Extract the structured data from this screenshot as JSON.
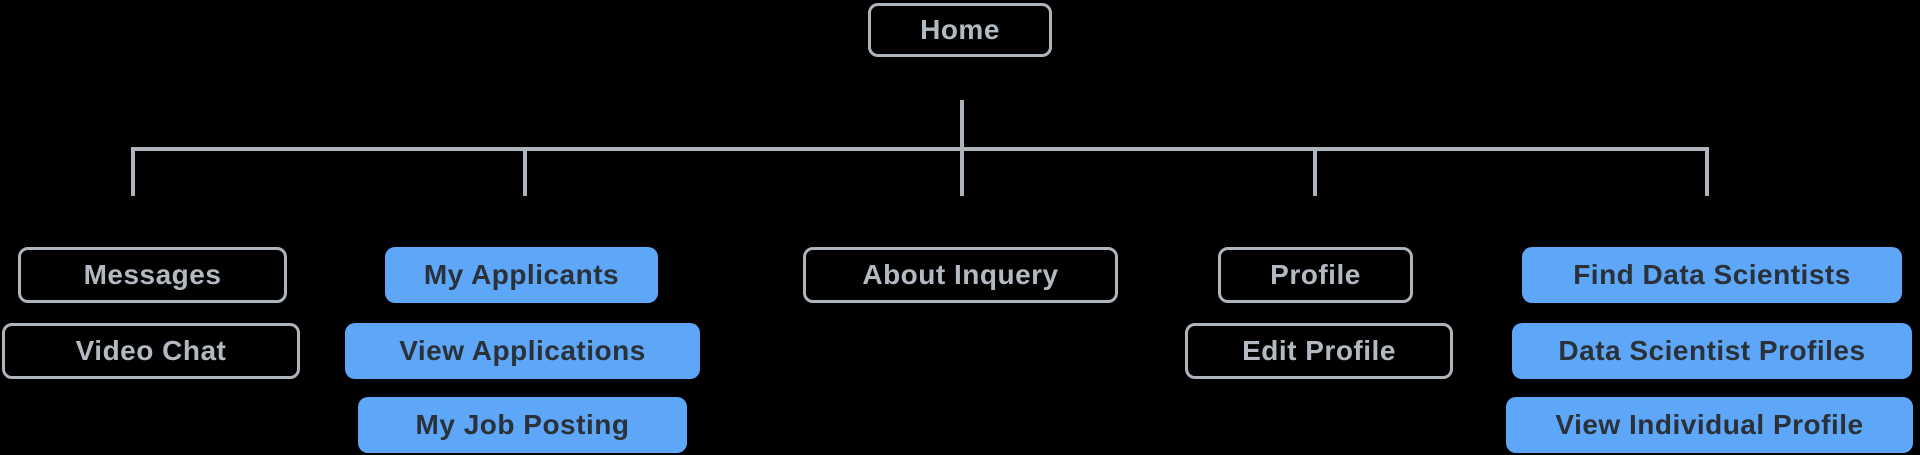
{
  "diagram": {
    "type": "sitemap",
    "root": {
      "label": "Home",
      "variant": "outline"
    },
    "columns": [
      {
        "nodes": [
          {
            "label": "Messages",
            "variant": "outline"
          },
          {
            "label": "Video Chat",
            "variant": "outline"
          }
        ]
      },
      {
        "nodes": [
          {
            "label": "My Applicants",
            "variant": "solid"
          },
          {
            "label": "View Applications",
            "variant": "solid"
          },
          {
            "label": "My Job Posting",
            "variant": "solid"
          }
        ]
      },
      {
        "nodes": [
          {
            "label": "About Inquery",
            "variant": "outline"
          }
        ]
      },
      {
        "nodes": [
          {
            "label": "Profile",
            "variant": "outline"
          },
          {
            "label": "Edit Profile",
            "variant": "outline"
          }
        ]
      },
      {
        "nodes": [
          {
            "label": "Find Data Scientists",
            "variant": "solid"
          },
          {
            "label": "Data Scientist Profiles",
            "variant": "solid"
          },
          {
            "label": "View Individual Profile",
            "variant": "solid"
          }
        ]
      }
    ],
    "colors": {
      "background": "#000000",
      "connector_line": "#adb4bb",
      "outline_node_border": "#adb4bb",
      "outline_node_text": "#b2b9c0",
      "solid_node_fill": "#5ea6f7",
      "solid_node_text": "#2a3138"
    }
  }
}
